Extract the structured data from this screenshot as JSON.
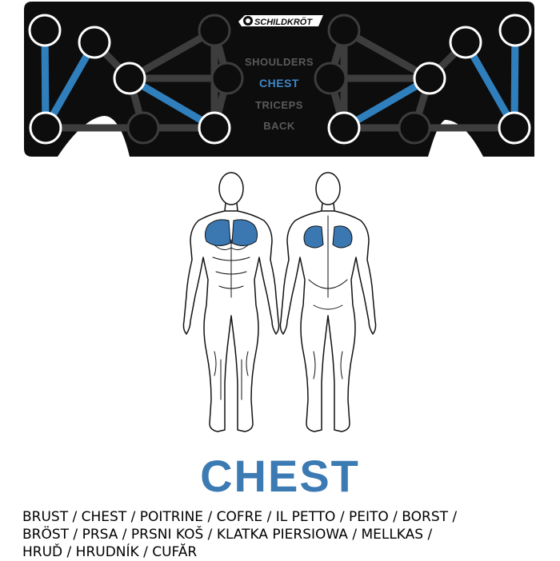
{
  "board": {
    "brand": "SCHILDKRÖT",
    "muscle_groups": [
      {
        "label": "SHOULDERS",
        "active": false
      },
      {
        "label": "CHEST",
        "active": true
      },
      {
        "label": "TRICEPS",
        "active": false
      },
      {
        "label": "BACK",
        "active": false
      }
    ],
    "colors": {
      "board": "#0d0d0d",
      "inactive_line": "#3d3d3d",
      "active_line": "#2f7fbd",
      "active_label": "#3f86c6",
      "inactive_label": "#5a5a5a"
    }
  },
  "figures": {
    "highlight_color": "#3b78b2",
    "front_label": "",
    "back_label": ""
  },
  "heading": "CHEST",
  "translations": [
    "BRUST / CHEST / POITRINE / COFRE / IL PETTO / PEITO / BORST /",
    "BRÖST / PRSA / PRSNI KOŠ / KLATKA PIERSIOWA / MELLKAS /",
    "HRUĎ / HRUDNÍK / CUFĂR"
  ]
}
